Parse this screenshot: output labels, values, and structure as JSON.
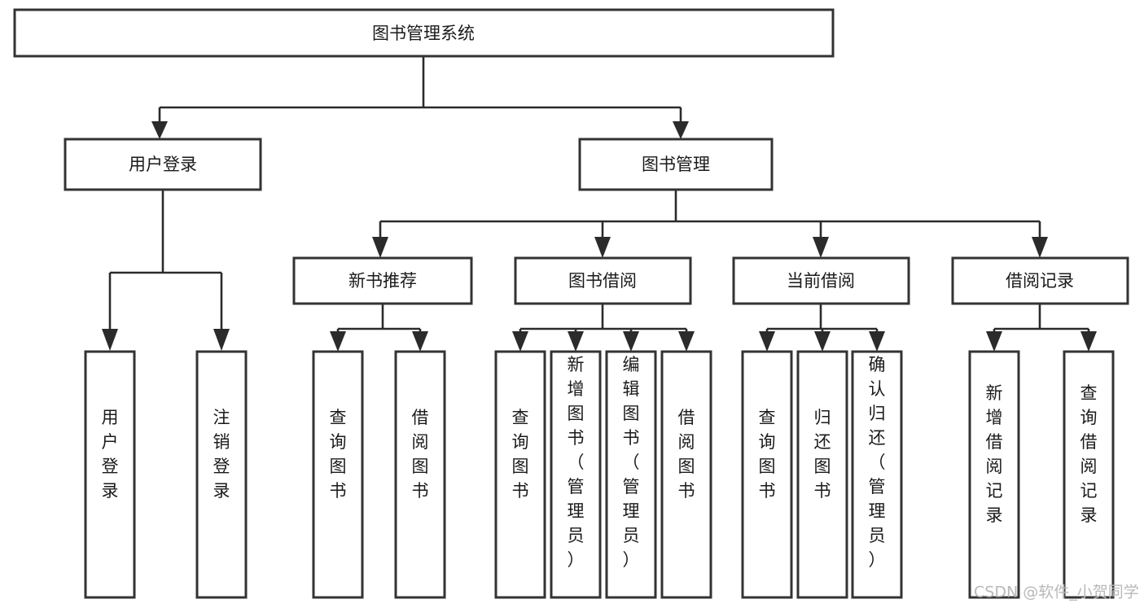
{
  "diagram": {
    "type": "tree-hierarchy",
    "title": "图书管理系统",
    "watermark": "CSDN @软件_小贺同学",
    "colors": {
      "background": "#ffffff",
      "box_fill": "#ffffff",
      "box_stroke": "#333333",
      "connector": "#2b2b2b",
      "text": "#1a1a1a",
      "watermark": "#b9b9b9"
    },
    "levels": {
      "root": {
        "label": "图书管理系统",
        "orientation": "horizontal"
      },
      "level2": [
        {
          "label": "用户登录",
          "orientation": "horizontal"
        },
        {
          "label": "图书管理",
          "orientation": "horizontal"
        }
      ],
      "level3": [
        {
          "label": "新书推荐",
          "orientation": "horizontal"
        },
        {
          "label": "图书借阅",
          "orientation": "horizontal"
        },
        {
          "label": "当前借阅",
          "orientation": "horizontal"
        },
        {
          "label": "借阅记录",
          "orientation": "horizontal"
        }
      ],
      "leaves": {
        "user_login": [
          {
            "label": "用户登录",
            "orientation": "vertical"
          },
          {
            "label": "注销登录",
            "orientation": "vertical"
          }
        ],
        "new_book_recommend": [
          {
            "label": "查询图书",
            "orientation": "vertical"
          },
          {
            "label": "借阅图书",
            "orientation": "vertical"
          }
        ],
        "book_borrow": [
          {
            "label": "查询图书",
            "orientation": "vertical"
          },
          {
            "label": "新增图书（管理员）",
            "orientation": "vertical"
          },
          {
            "label": "编辑图书（管理员）",
            "orientation": "vertical"
          },
          {
            "label": "借阅图书",
            "orientation": "vertical"
          }
        ],
        "current_borrow": [
          {
            "label": "查询图书",
            "orientation": "vertical"
          },
          {
            "label": "归还图书",
            "orientation": "vertical"
          },
          {
            "label": "确认归还（管理员）",
            "orientation": "vertical"
          }
        ],
        "borrow_record": [
          {
            "label": "新增借阅记录",
            "orientation": "vertical"
          },
          {
            "label": "查询借阅记录",
            "orientation": "vertical"
          }
        ]
      }
    },
    "edges": [
      {
        "from": "图书管理系统",
        "to": "用户登录"
      },
      {
        "from": "图书管理系统",
        "to": "图书管理"
      },
      {
        "from": "用户登录",
        "to": "用户登录"
      },
      {
        "from": "用户登录",
        "to": "注销登录"
      },
      {
        "from": "图书管理",
        "to": "新书推荐"
      },
      {
        "from": "图书管理",
        "to": "图书借阅"
      },
      {
        "from": "图书管理",
        "to": "当前借阅"
      },
      {
        "from": "图书管理",
        "to": "借阅记录"
      },
      {
        "from": "新书推荐",
        "to": "查询图书"
      },
      {
        "from": "新书推荐",
        "to": "借阅图书"
      },
      {
        "from": "图书借阅",
        "to": "查询图书"
      },
      {
        "from": "图书借阅",
        "to": "新增图书（管理员）"
      },
      {
        "from": "图书借阅",
        "to": "编辑图书（管理员）"
      },
      {
        "from": "图书借阅",
        "to": "借阅图书"
      },
      {
        "from": "当前借阅",
        "to": "查询图书"
      },
      {
        "from": "当前借阅",
        "to": "归还图书"
      },
      {
        "from": "当前借阅",
        "to": "确认归还（管理员）"
      },
      {
        "from": "借阅记录",
        "to": "新增借阅记录"
      },
      {
        "from": "借阅记录",
        "to": "查询借阅记录"
      }
    ]
  }
}
